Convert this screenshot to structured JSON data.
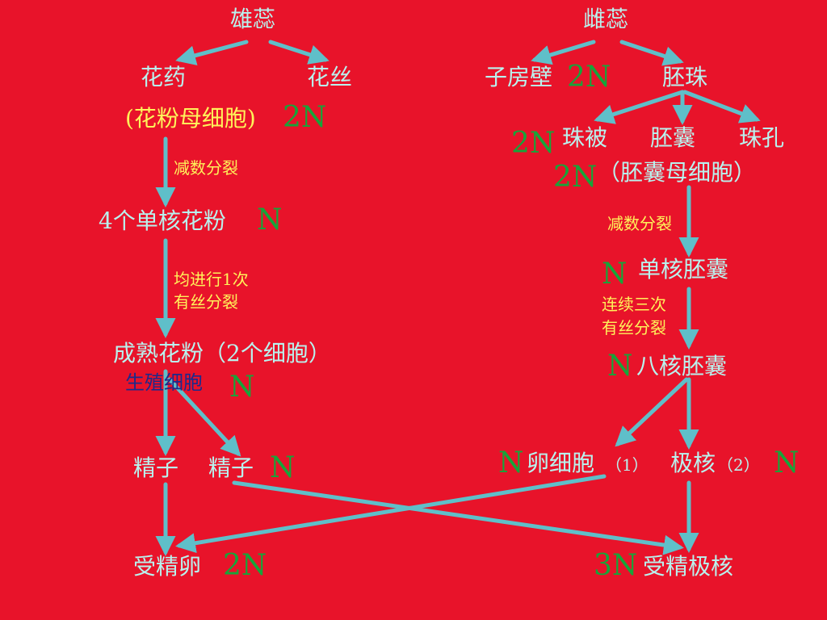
{
  "colors": {
    "background": "#e8132a",
    "node_text": "#b9f2ee",
    "ploidy": "#16a53a",
    "process": "#fff35a",
    "arrow": "#5fbfc9",
    "gamete_note": "#1b2a8c"
  },
  "male": {
    "stamen": "雄蕊",
    "anther": "花药",
    "filament": "花丝",
    "pmc": "(花粉母细胞)",
    "pmc_ploidy": "2N",
    "meiosis": "减数分裂",
    "microspores": "4个单核花粉",
    "microspores_ploidy": "N",
    "mitosis_line1": "均进行1次",
    "mitosis_line2": "有丝分裂",
    "mature_pollen": "成熟花粉（2个细胞）",
    "generative_cell": "生殖细胞",
    "generative_ploidy": "N",
    "sperm1": "精子",
    "sperm2": "精子",
    "sperm_ploidy": "N",
    "zygote": "受精卵",
    "zygote_ploidy": "2N"
  },
  "female": {
    "pistil": "雌蕊",
    "ovary_wall": "子房壁",
    "ovary_wall_ploidy": "2N",
    "ovule": "胚珠",
    "integument_ploidy": "2N",
    "integument": "珠被",
    "nucellus": "胚囊",
    "micropyle": "珠孔",
    "emc_ploidy": "2N",
    "emc": "（胚囊母细胞）",
    "meiosis": "减数分裂",
    "uninucleate_ploidy": "N",
    "uninucleate": "单核胚囊",
    "mitosis_line1": "连续三次",
    "mitosis_line2": "有丝分裂",
    "eight_ploidy": "N",
    "eight_nucleate": "八核胚囊",
    "egg_ploidy": "N",
    "egg": "卵细胞",
    "egg_count": "（1）",
    "polar": "极核",
    "polar_count": "（2）",
    "polar_ploidy": "N",
    "endosperm_ploidy": "3N",
    "endosperm": "受精极核"
  }
}
